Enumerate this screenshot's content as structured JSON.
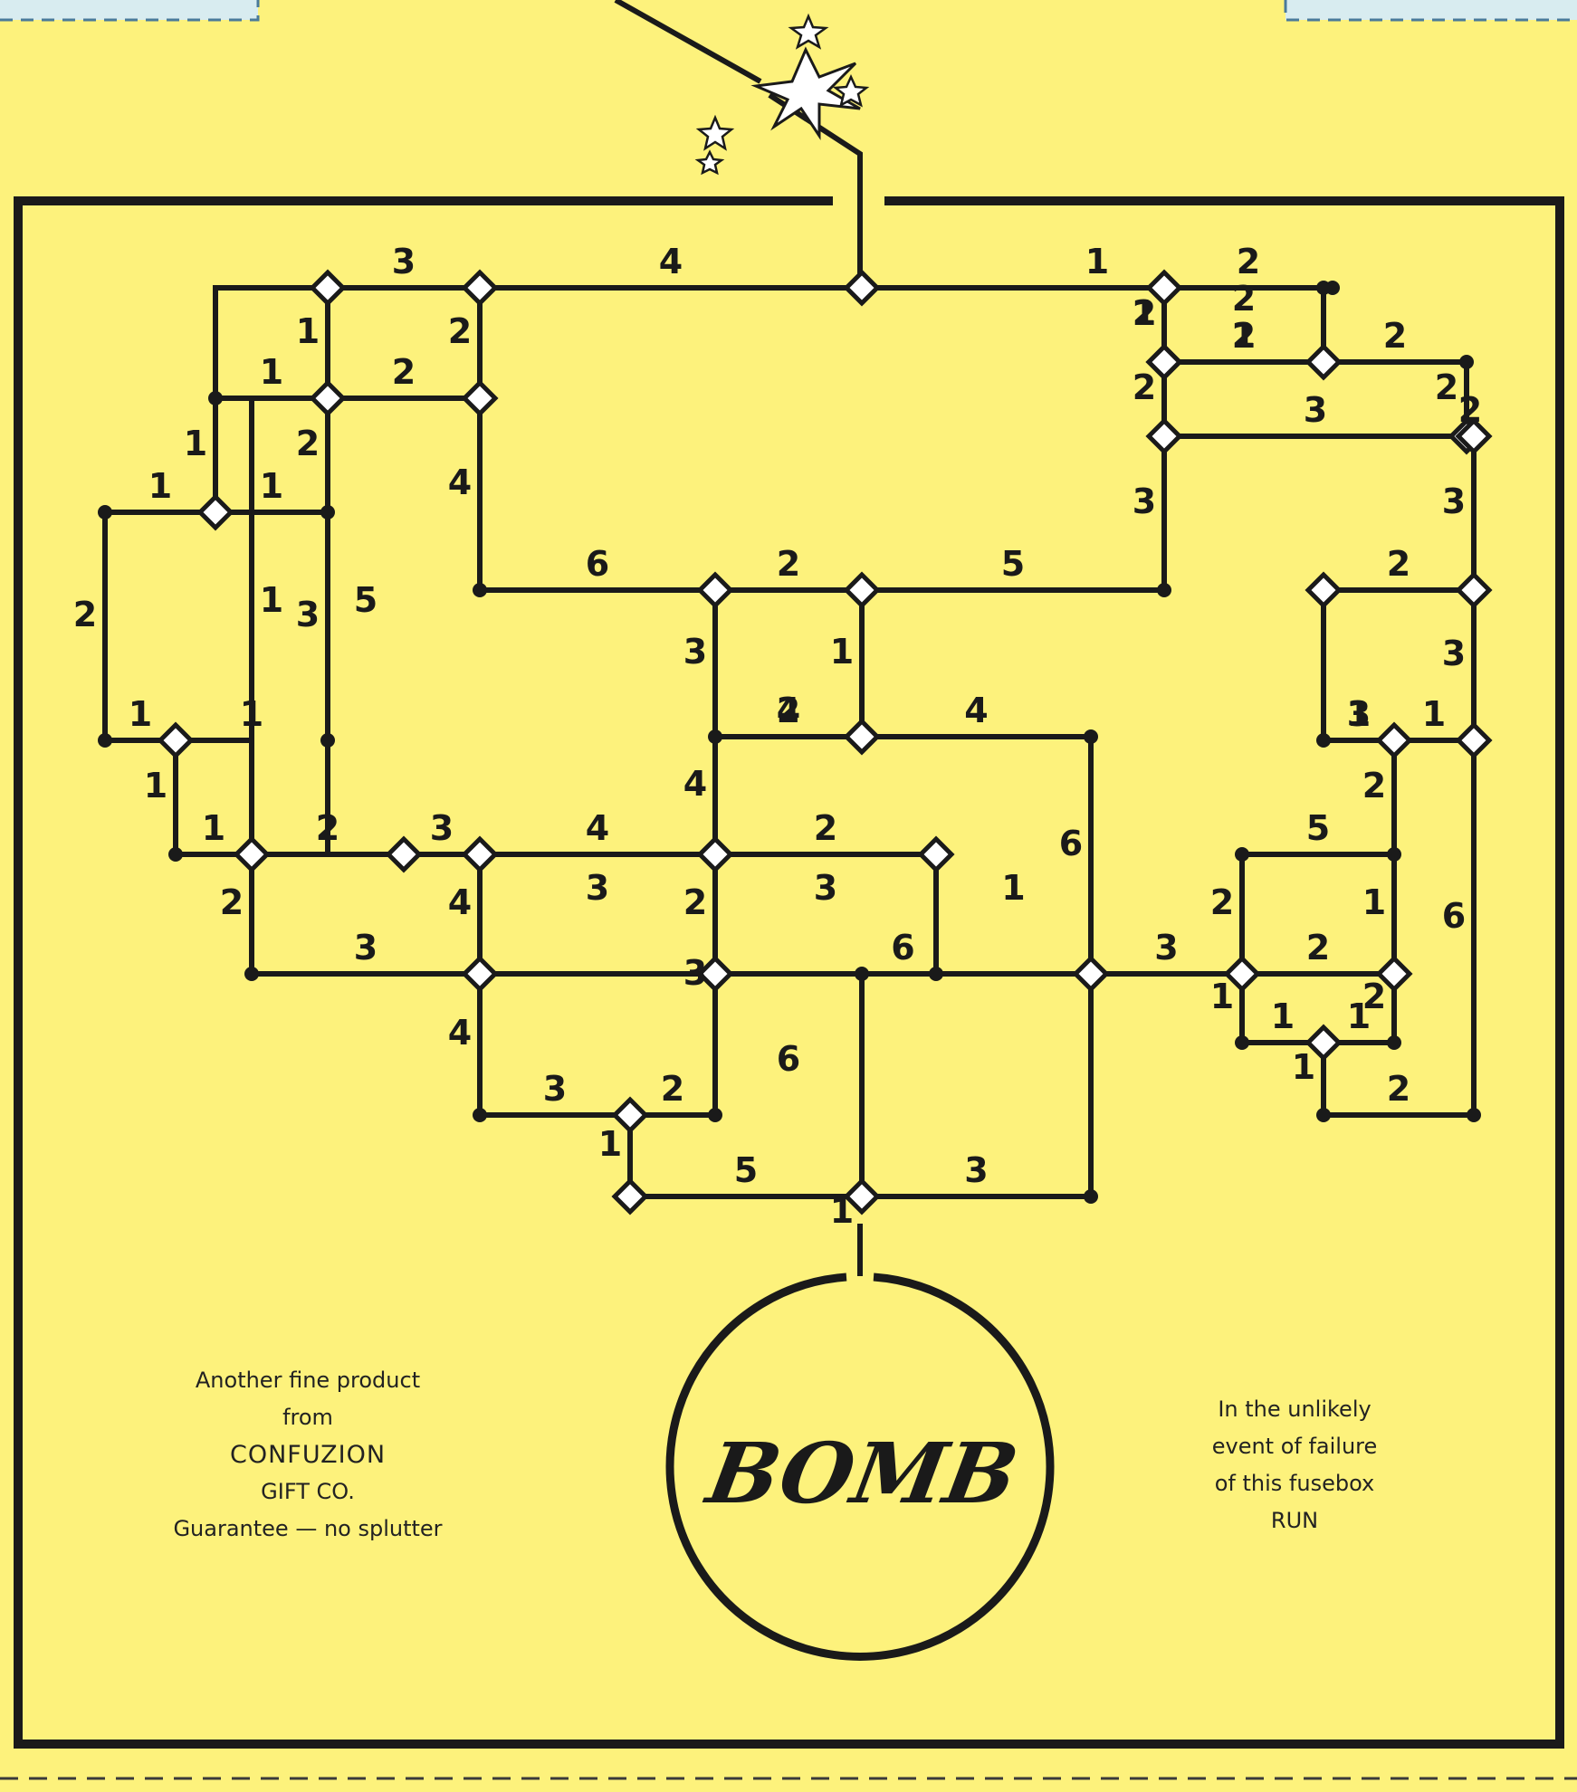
{
  "bomb_label": "BOMB",
  "left_blurb": [
    "Another fine product",
    "from",
    "CONFUZION",
    "GIFT CO.",
    "Guarantee — no splutter"
  ],
  "right_blurb": [
    "In the unlikely",
    "event of failure",
    "of this fusebox",
    "RUN"
  ],
  "colors": {
    "paper": "#FDF27C",
    "ink": "#1a1a1a",
    "corner_box": "#d8ecf0",
    "corner_dash": "#4a7a9a"
  },
  "fuse_network": {
    "junctions": [
      {
        "id": "A",
        "kind": "diamond"
      },
      {
        "id": "B",
        "kind": "dot"
      },
      {
        "id": "C",
        "kind": "diamond"
      },
      {
        "id": "D",
        "kind": "diamond"
      },
      {
        "id": "E",
        "kind": "dot"
      },
      {
        "id": "F",
        "kind": "diamond"
      },
      {
        "id": "G",
        "kind": "diamond"
      },
      {
        "id": "H",
        "kind": "dot"
      },
      {
        "id": "I",
        "kind": "diamond"
      },
      {
        "id": "J",
        "kind": "diamond"
      },
      {
        "id": "K",
        "kind": "dot"
      },
      {
        "id": "L",
        "kind": "diamond"
      },
      {
        "id": "M",
        "kind": "diamond"
      },
      {
        "id": "N",
        "kind": "diamond"
      },
      {
        "id": "O",
        "kind": "dot"
      },
      {
        "id": "P",
        "kind": "diamond"
      },
      {
        "id": "Q",
        "kind": "diamond"
      },
      {
        "id": "R",
        "kind": "dot"
      },
      {
        "id": "S",
        "kind": "diamond"
      },
      {
        "id": "T",
        "kind": "dot"
      },
      {
        "id": "U",
        "kind": "dot"
      },
      {
        "id": "V",
        "kind": "diamond"
      },
      {
        "id": "W",
        "kind": "dot"
      },
      {
        "id": "X",
        "kind": "dot"
      },
      {
        "id": "Y",
        "kind": "diamond"
      },
      {
        "id": "Z",
        "kind": "dot"
      },
      {
        "id": "AA",
        "kind": "dot"
      },
      {
        "id": "AB",
        "kind": "diamond"
      },
      {
        "id": "AC",
        "kind": "diamond"
      },
      {
        "id": "AD",
        "kind": "diamond"
      },
      {
        "id": "AE",
        "kind": "diamond"
      },
      {
        "id": "AF",
        "kind": "diamond"
      },
      {
        "id": "AG",
        "kind": "dot"
      },
      {
        "id": "AH",
        "kind": "diamond"
      },
      {
        "id": "AI",
        "kind": "diamond"
      },
      {
        "id": "AJ",
        "kind": "diamond"
      },
      {
        "id": "AK",
        "kind": "dot"
      },
      {
        "id": "AL",
        "kind": "dot"
      },
      {
        "id": "AM",
        "kind": "diamond"
      },
      {
        "id": "AN",
        "kind": "diamond"
      },
      {
        "id": "AO",
        "kind": "diamond"
      },
      {
        "id": "AP",
        "kind": "diamond"
      },
      {
        "id": "AQ",
        "kind": "diamond"
      },
      {
        "id": "AR",
        "kind": "dot"
      },
      {
        "id": "AS",
        "kind": "dot"
      },
      {
        "id": "AT",
        "kind": "diamond"
      },
      {
        "id": "AU",
        "kind": "dot"
      },
      {
        "id": "AV",
        "kind": "diamond"
      },
      {
        "id": "AW",
        "kind": "diamond"
      },
      {
        "id": "AX",
        "kind": "dot"
      },
      {
        "id": "AY",
        "kind": "diamond"
      },
      {
        "id": "AZ",
        "kind": "dot"
      },
      {
        "id": "BA",
        "kind": "dot"
      },
      {
        "id": "BB",
        "kind": "diamond"
      },
      {
        "id": "BC",
        "kind": "dot"
      },
      {
        "id": "BD",
        "kind": "dot"
      },
      {
        "id": "BE",
        "kind": "dot"
      },
      {
        "id": "BF",
        "kind": "diamond"
      },
      {
        "id": "BG",
        "kind": "dot"
      },
      {
        "id": "BH",
        "kind": "diamond"
      },
      {
        "id": "BI",
        "kind": "diamond"
      },
      {
        "id": "BJ",
        "kind": "dot"
      }
    ],
    "fuses": [
      {
        "from": "A",
        "to": "B",
        "value": "1"
      },
      {
        "from": "B",
        "to": "C",
        "value": "2"
      },
      {
        "from": "C",
        "to": "D",
        "value": "2"
      },
      {
        "from": "D",
        "to": "E",
        "value": "2"
      },
      {
        "from": "C",
        "to": "F",
        "value": "1"
      },
      {
        "from": "F",
        "to": "G",
        "value": "2"
      },
      {
        "from": "G",
        "to": "H",
        "value": "2"
      },
      {
        "from": "D",
        "to": "G",
        "value": "1"
      },
      {
        "from": "F",
        "to": "I",
        "value": "2"
      },
      {
        "from": "I",
        "to": "J",
        "value": "3"
      },
      {
        "from": "H",
        "to": "J",
        "value": "2"
      },
      {
        "from": "I",
        "to": "K",
        "value": "3"
      },
      {
        "from": "A",
        "to": "L",
        "value": "4"
      },
      {
        "from": "L",
        "to": "M",
        "value": "3"
      },
      {
        "from": "L",
        "to": "N",
        "value": "2"
      },
      {
        "from": "M",
        "to": "P",
        "value": "1"
      },
      {
        "from": "P",
        "to": "N",
        "value": "2"
      },
      {
        "from": "O",
        "to": "P",
        "value": "1"
      },
      {
        "from": "N",
        "to": "R",
        "value": "4"
      },
      {
        "from": "R",
        "to": "S",
        "value": "6"
      },
      {
        "from": "S",
        "to": "V",
        "value": "2"
      },
      {
        "from": "V",
        "to": "K",
        "value": "5"
      },
      {
        "from": "O",
        "to": "Q",
        "value": "1"
      },
      {
        "from": "Q",
        "to": "T",
        "value": "1"
      },
      {
        "from": "P",
        "to": "T",
        "value": "2"
      },
      {
        "from": "T",
        "to": "U",
        "value": "3"
      },
      {
        "from": "W",
        "to": "AA",
        "value": "2"
      },
      {
        "from": "Q",
        "to": "U",
        "value": "1"
      },
      {
        "from": "W",
        "to": "Q",
        "value": "1"
      },
      {
        "from": "AA",
        "to": "AB",
        "value": "1"
      },
      {
        "from": "AB",
        "to": "U",
        "value": "1"
      },
      {
        "from": "AB",
        "to": "AG",
        "value": "1"
      },
      {
        "from": "AG",
        "to": "AH",
        "value": "1"
      },
      {
        "from": "AH",
        "to": "AI",
        "value": "2"
      },
      {
        "from": "AI",
        "to": "AJ",
        "value": "3"
      },
      {
        "from": "AJ",
        "to": "AN",
        "value": "4"
      },
      {
        "from": "AN",
        "to": "AO",
        "value": "2"
      },
      {
        "from": "AO",
        "to": "AP",
        "value": "1"
      },
      {
        "from": "AP",
        "to": "AQ",
        "value": "6"
      },
      {
        "from": "AR",
        "to": "AM",
        "value": "3"
      },
      {
        "from": "AM",
        "to": "AN",
        "value": "3"
      },
      {
        "from": "AN",
        "to": "AQ",
        "value": "2"
      },
      {
        "from": "AQ",
        "to": "AO",
        "value": "3"
      },
      {
        "from": "AH",
        "to": "AR",
        "value": "2"
      },
      {
        "from": "AM",
        "to": "AJ",
        "value": "4"
      },
      {
        "from": "AM",
        "to": "AS",
        "value": "4"
      },
      {
        "from": "AS",
        "to": "AT",
        "value": "3"
      },
      {
        "from": "AT",
        "to": "AU",
        "value": "2"
      },
      {
        "from": "AU",
        "to": "AN",
        "value": "3"
      },
      {
        "from": "AN",
        "to": "X",
        "value": "4"
      },
      {
        "from": "X",
        "to": "Y",
        "value": "2"
      },
      {
        "from": "S",
        "to": "X",
        "value": "3"
      },
      {
        "from": "V",
        "to": "Y",
        "value": "1"
      },
      {
        "from": "X",
        "to": "Y",
        "value": "4"
      },
      {
        "from": "Y",
        "to": "Z",
        "value": "4"
      },
      {
        "from": "Z",
        "to": "AP",
        "value": "6"
      },
      {
        "from": "AI",
        "to": "P",
        "value": "5"
      },
      {
        "from": "AT",
        "to": "AV",
        "value": "1"
      },
      {
        "from": "AV",
        "to": "AW",
        "value": "5"
      },
      {
        "from": "AQ",
        "to": "AW",
        "value": "6"
      },
      {
        "from": "AW",
        "to": "AX",
        "value": "3"
      },
      {
        "from": "AP",
        "to": "AY",
        "value": "3"
      },
      {
        "from": "AY",
        "to": "BB",
        "value": "2"
      },
      {
        "from": "AZ",
        "to": "AY",
        "value": "2"
      },
      {
        "from": "AZ",
        "to": "BA",
        "value": "5"
      },
      {
        "from": "BA",
        "to": "BB",
        "value": "1"
      },
      {
        "from": "AY",
        "to": "BC",
        "value": "1"
      },
      {
        "from": "BC",
        "to": "BF",
        "value": "1"
      },
      {
        "from": "BF",
        "to": "BD",
        "value": "1"
      },
      {
        "from": "BB",
        "to": "BD",
        "value": "2"
      },
      {
        "from": "BF",
        "to": "BG",
        "value": "1"
      },
      {
        "from": "BG",
        "to": "BJ",
        "value": "2"
      },
      {
        "from": "BJ",
        "to": "BI",
        "value": "6"
      },
      {
        "from": "BE",
        "to": "BH",
        "value": "3"
      },
      {
        "from": "BE",
        "to": "BH",
        "value": "1"
      },
      {
        "from": "BH",
        "to": "BI",
        "value": "1"
      },
      {
        "from": "BH",
        "to": "BA",
        "value": "2"
      },
      {
        "from": "BI",
        "to": "AF",
        "value": "3"
      },
      {
        "from": "AF",
        "to": "AE",
        "value": "3"
      },
      {
        "from": "AF",
        "to": "AC",
        "value": "2"
      },
      {
        "from": "AE",
        "to": "J",
        "value": "2"
      },
      {
        "from": "AW",
        "to": "bomb",
        "value": "1"
      }
    ]
  }
}
